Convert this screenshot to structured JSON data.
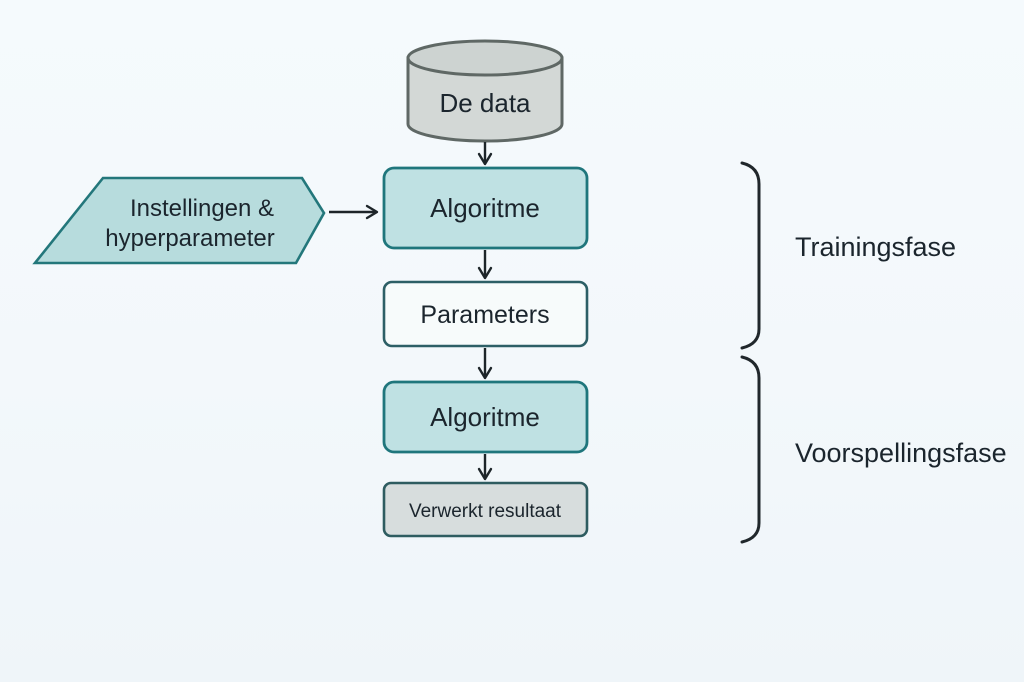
{
  "diagram": {
    "nodes": {
      "data_store": {
        "label": "De data"
      },
      "settings": {
        "label_line1": "Instellingen &",
        "label_line2": "hyperparameter"
      },
      "algorithm_training": {
        "label": "Algoritme"
      },
      "parameters": {
        "label": "Parameters"
      },
      "algorithm_prediction": {
        "label": "Algoritme"
      },
      "result": {
        "label": "Verwerkt resultaat"
      }
    },
    "phases": {
      "training": {
        "label": "Trainingsfase"
      },
      "prediction": {
        "label": "Voorspellingsfase"
      }
    },
    "colors": {
      "background": "#f3f8fb",
      "teal_fill": "#bfe1e3",
      "teal_border": "#1f767c",
      "pentagon_fill": "#b7dcdd",
      "white_fill": "#f7fbfb",
      "gray_fill": "#d7dddd",
      "cylinder_fill": "#d3d8d6",
      "cylinder_top_fill": "#cdd3d1",
      "arrow": "#1d2529",
      "text": "#1b252d"
    }
  }
}
